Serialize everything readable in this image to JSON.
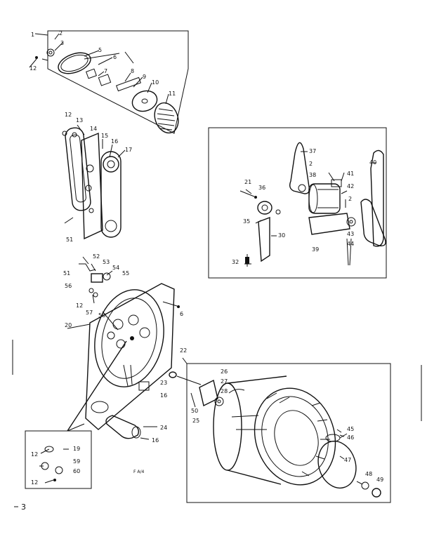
{
  "part_labels": {
    "p1": "1",
    "p2": "2",
    "p3": "3",
    "p5": "5",
    "p6": "6",
    "p7": "7",
    "p8": "8",
    "p9": "9",
    "p10": "10",
    "p11": "11",
    "p12a": "12",
    "p12b": "12",
    "p13": "13",
    "p14": "14",
    "p15": "15",
    "p16a": "16",
    "p17": "17",
    "p51a": "51",
    "p21": "21",
    "p36": "36",
    "p35": "35",
    "p30": "30",
    "p32": "32",
    "p37": "37",
    "p2b": "2",
    "p38": "38",
    "p41": "41",
    "p42": "42",
    "p2c": "2",
    "p43": "43",
    "p44": "44",
    "p39": "39",
    "p40": "40",
    "p52": "52",
    "p53": "53",
    "p51b": "51",
    "p54": "54",
    "p55": "55",
    "p56": "56",
    "p12c": "12",
    "p57": "57",
    "p58": "58",
    "p20": "20",
    "p6b": "6",
    "p22": "22",
    "p23": "23",
    "p16b": "16",
    "p26": "26",
    "p27": "27",
    "p28": "28",
    "p50": "50",
    "p25": "25",
    "p24": "24",
    "p16c": "16",
    "p45": "45",
    "p46": "46",
    "p47": "47",
    "p48": "48",
    "p49": "49",
    "p12d": "12",
    "p19": "19",
    "p59": "59",
    "p60": "60",
    "p12e": "12"
  },
  "inset_tag": "F A/4",
  "page_mark": "3"
}
